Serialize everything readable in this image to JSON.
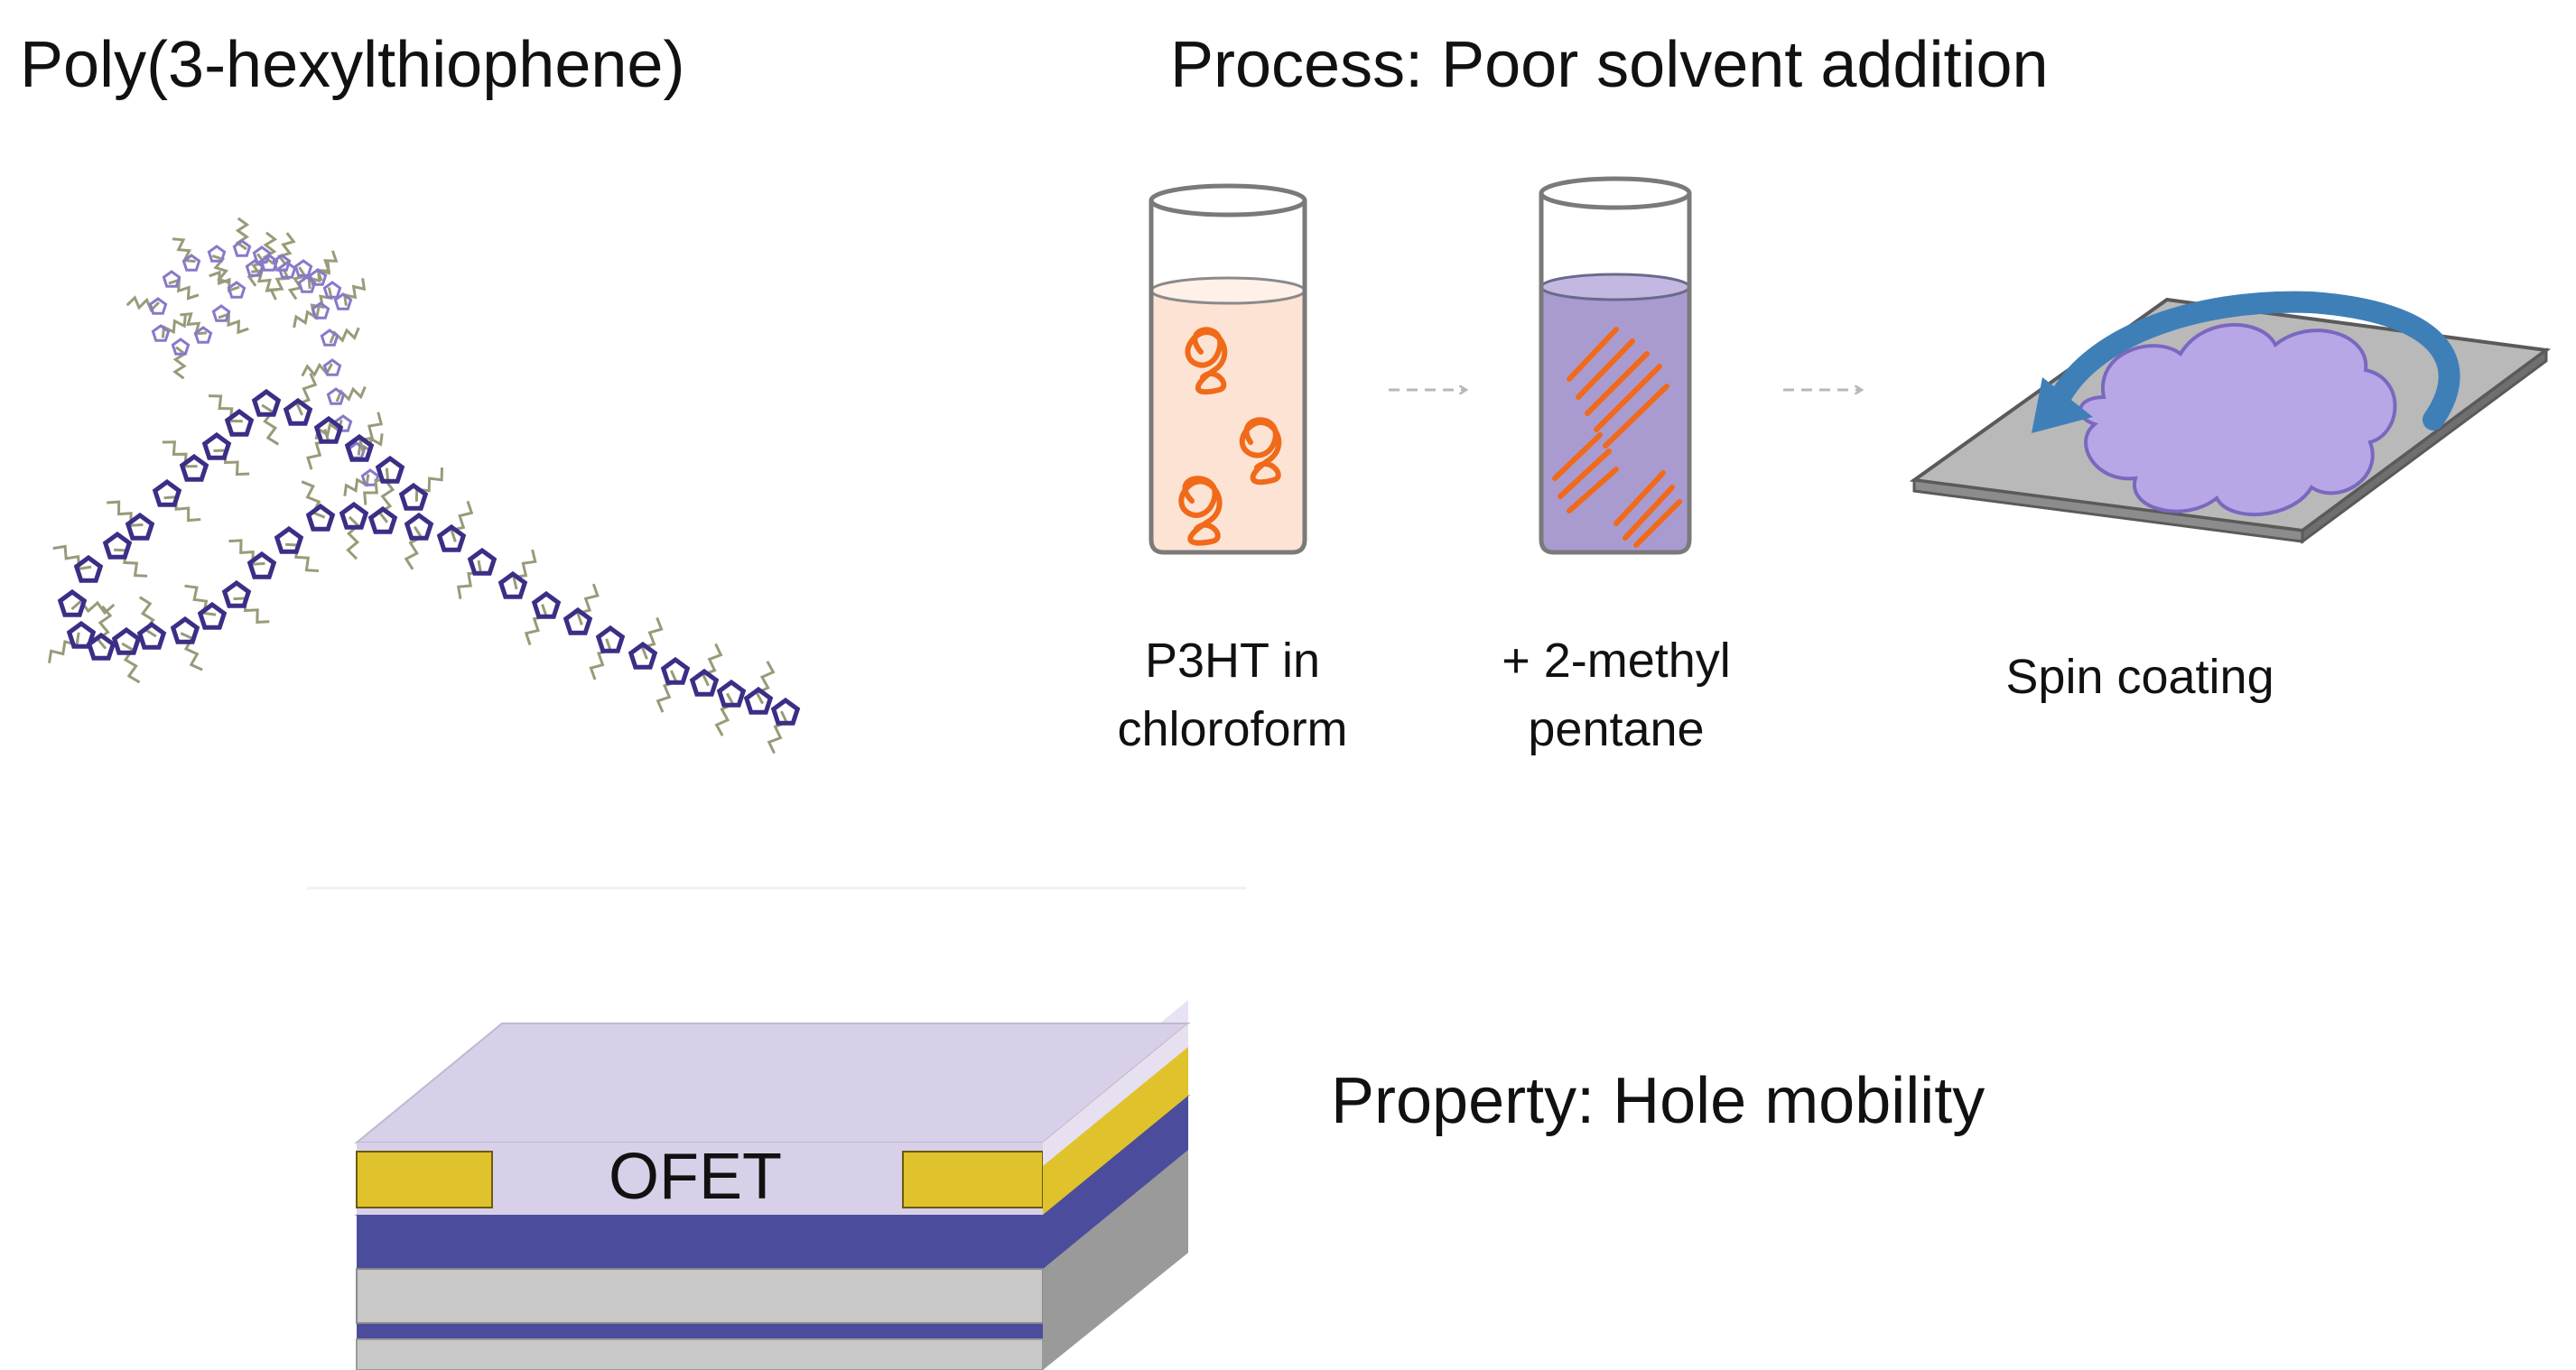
{
  "panels": {
    "polymer": {
      "title": "Poly(3-hexylthiophene)"
    },
    "process": {
      "title": "Process: Poor solvent addition",
      "steps": [
        {
          "line1": "P3HT in",
          "line2": "chloroform"
        },
        {
          "line1": "+ 2-methyl",
          "line2": "pentane"
        },
        {
          "line1": "Spin coating",
          "line2": ""
        }
      ]
    },
    "device": {
      "label": "OFET"
    },
    "property": {
      "title": "Property: Hole mobility"
    }
  },
  "colors": {
    "polymer_ring": "#3a2f86",
    "polymer_ring_far": "#8a78c8",
    "side_chain": "#9a9a7a",
    "vial_liquid_1": "#fde3d3",
    "vial_liquid_2": "#a99bd0",
    "chain_orange": "#f06a1a",
    "substrate_gray": "#b9b9b9",
    "film_lilac": "#b7a7e6",
    "spin_arrow": "#3f7fb8",
    "ofet_top": "#d8d0e8",
    "ofet_gold": "#e0c22c",
    "ofet_blue": "#4b4d9c",
    "ofet_gray": "#c8c8c8"
  }
}
